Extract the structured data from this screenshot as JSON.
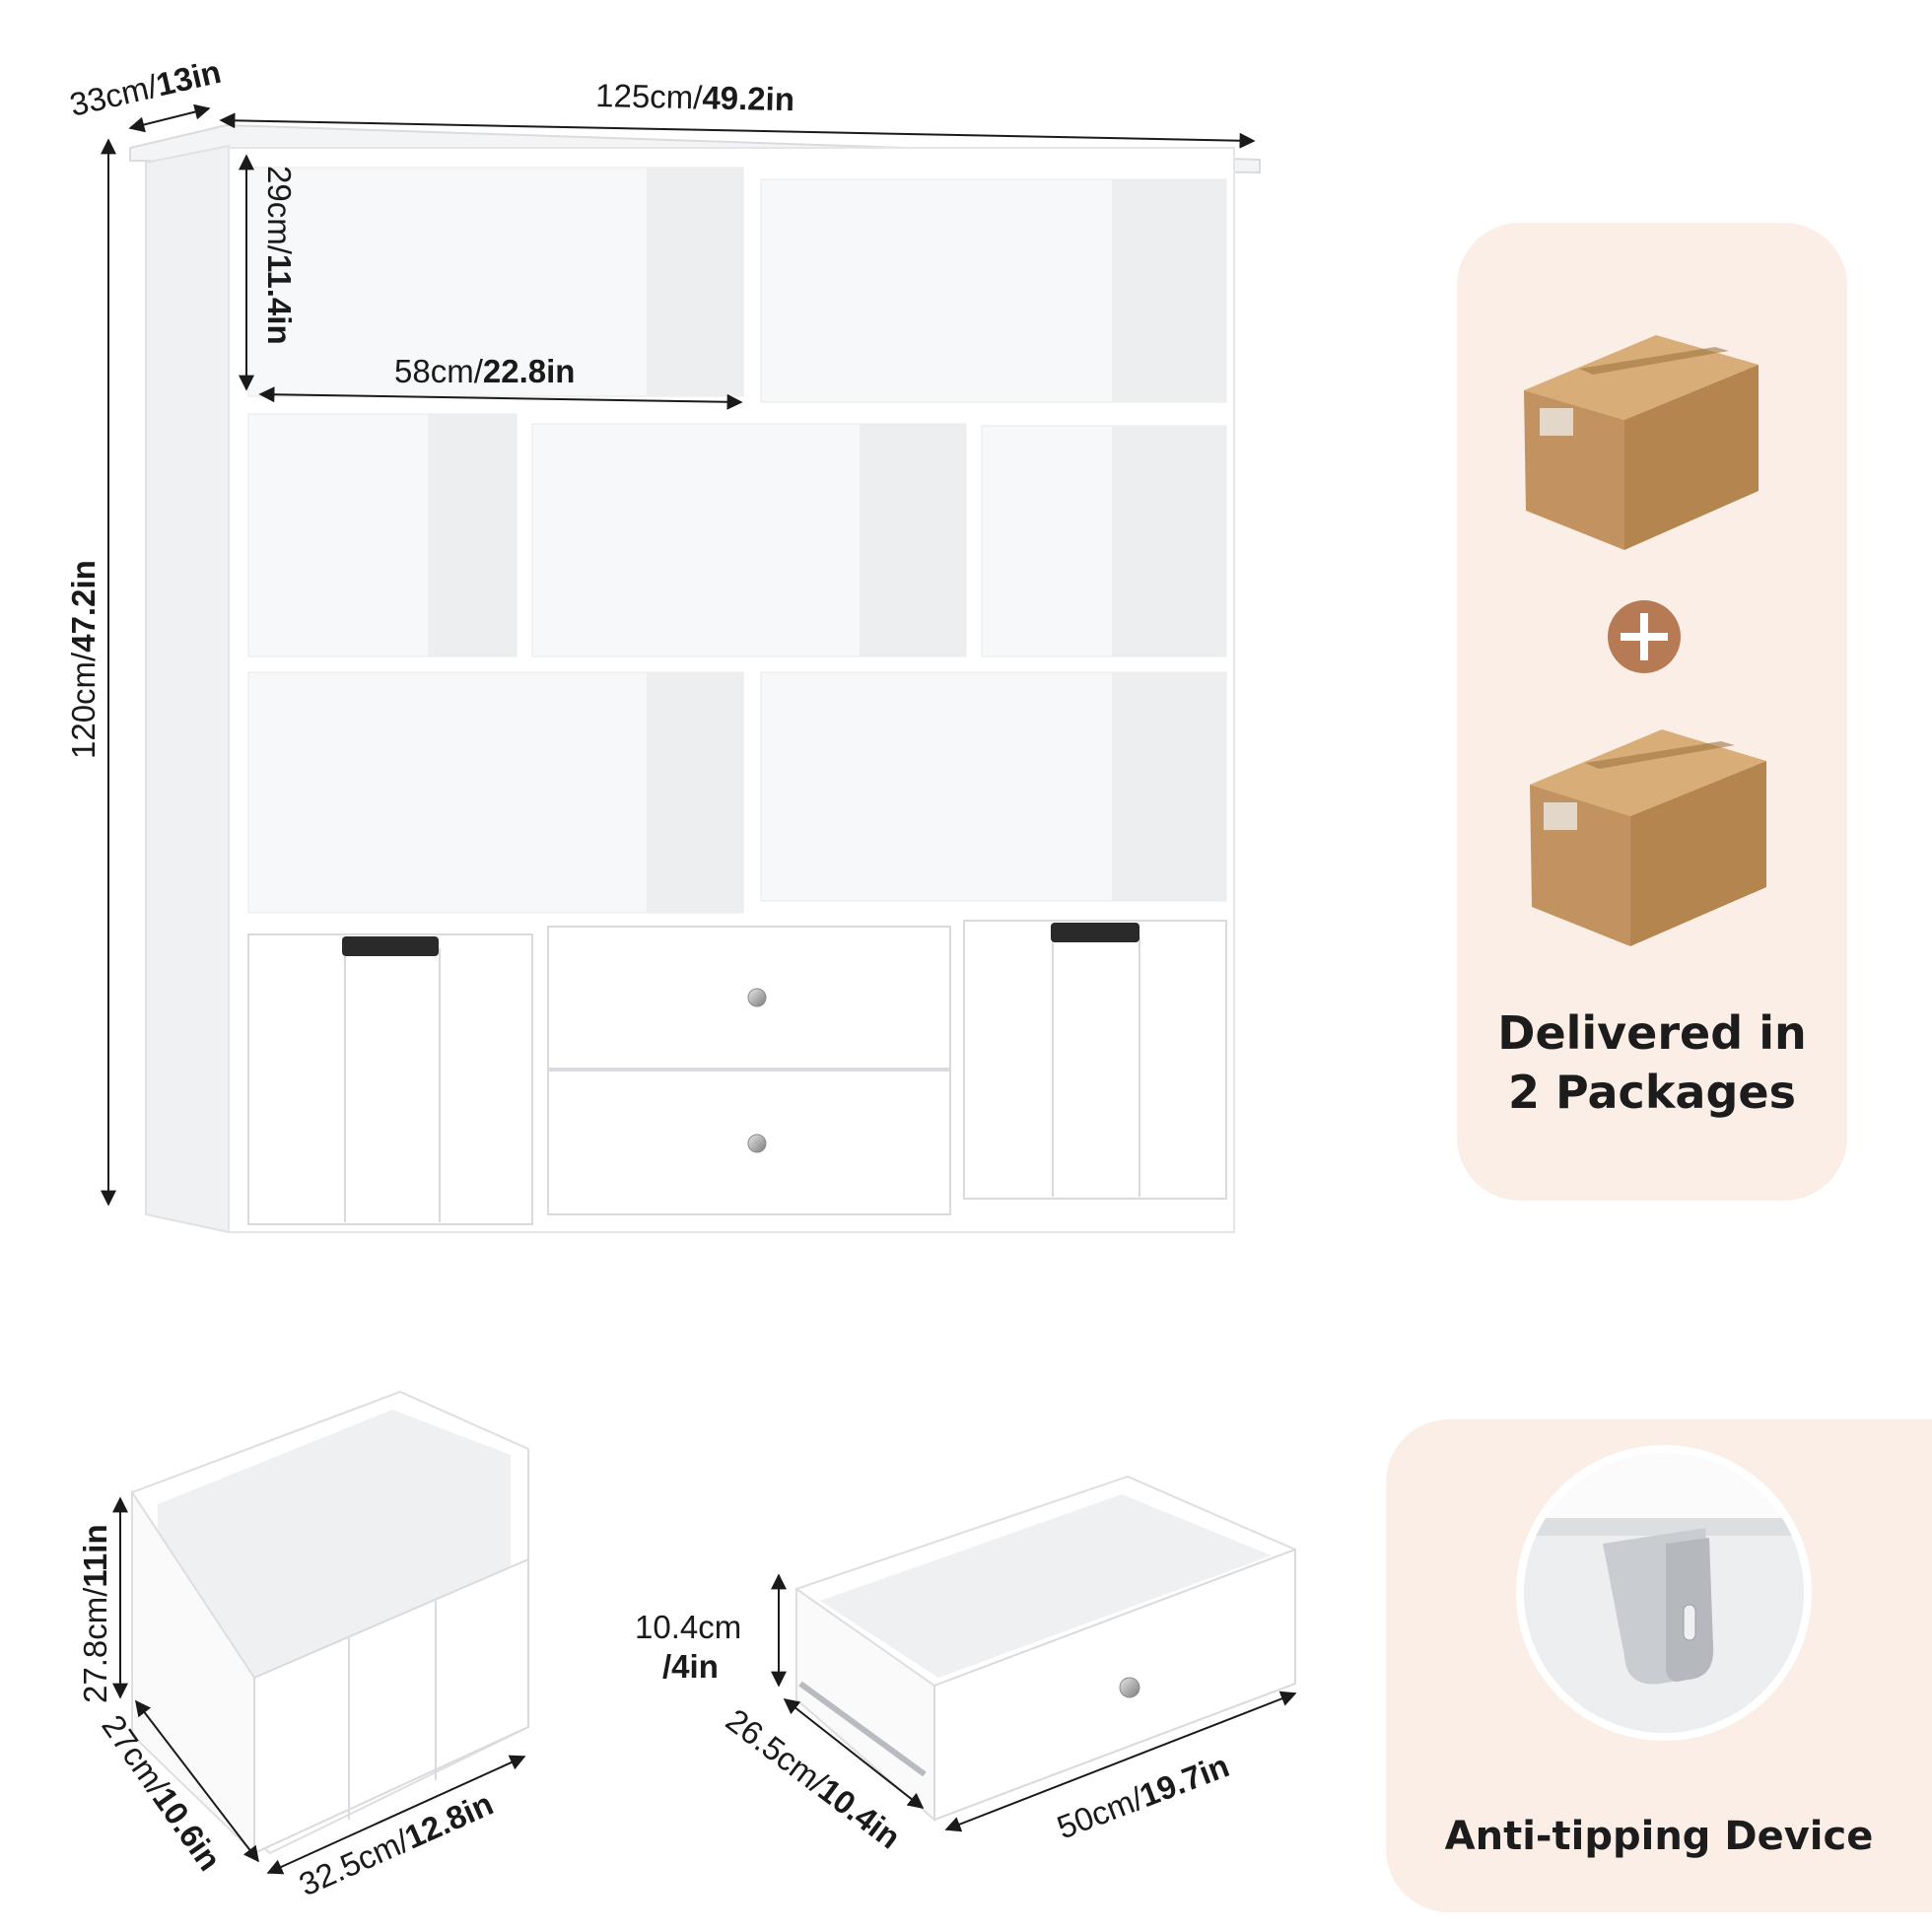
{
  "dimensions": {
    "depth": {
      "cm": "33cm/",
      "in": "13in"
    },
    "width": {
      "cm": "125cm/",
      "in": "49.2in"
    },
    "height": {
      "cm": "120cm/",
      "in": "47.2in"
    },
    "compartment_height": {
      "cm": "29cm/",
      "in": "11.4in"
    },
    "compartment_width": {
      "cm": "58cm/",
      "in": "22.8in"
    }
  },
  "bin_dimensions": {
    "height": {
      "cm": "27.8cm/",
      "in": "11in"
    },
    "depth": {
      "cm": "27cm/",
      "in": "10.6in"
    },
    "width": {
      "cm": "32.5cm/",
      "in": "12.8in"
    }
  },
  "drawer_dimensions": {
    "height": {
      "cm": "10.4cm",
      "in": "/4in"
    },
    "depth": {
      "cm": "26.5cm/",
      "in": "10.4in"
    },
    "width": {
      "cm": "50cm/",
      "in": "19.7in"
    }
  },
  "packages": {
    "title_line1": "Delivered in",
    "title_line2": "2 Packages",
    "box_count": 2,
    "box_icon": "cardboard-box-icon",
    "plus_icon": "plus-circle-icon"
  },
  "anti_tipping": {
    "label": "Anti-tipping Device",
    "icon": "wall-bracket-icon"
  },
  "colors": {
    "panel": "#fbeee6",
    "plus_badge": "#b67a55",
    "cardboard": "#c99a64",
    "furniture": "#ffffff",
    "furniture_shade": "#eef0f2",
    "handle": "#2a2a2a"
  }
}
